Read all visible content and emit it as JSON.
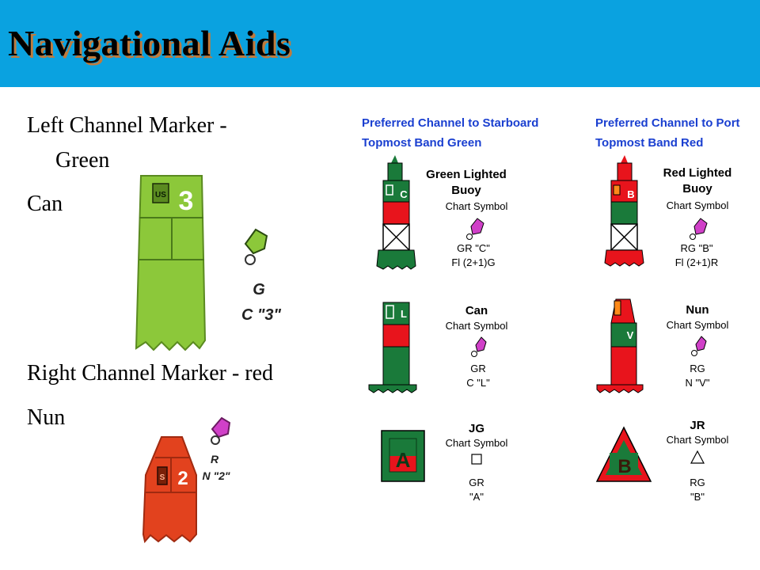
{
  "title": "Navigational Aids",
  "bullets": {
    "left_marker_line1": "Left Channel Marker -",
    "left_marker_line2": "Green",
    "can": "Can",
    "right_marker": "Right Channel Marker - red",
    "nun": "Nun"
  },
  "can_photo": {
    "plate": "US",
    "number": "3",
    "label_letter": "G",
    "label_code": "C \"3\""
  },
  "nun_photo": {
    "plate": "S",
    "number": "2",
    "label_letter": "R",
    "label_code": "N \"2\""
  },
  "chart": {
    "starboard": {
      "heading_line1": "Preferred Channel to Starboard",
      "heading_line2": "Topmost Band Green",
      "lighted": {
        "name_line1": "Green Lighted",
        "name_line2": "Buoy",
        "sub": "Chart Symbol",
        "code1": "GR \"C\"",
        "code2": "Fl (2+1)G",
        "letter": "C"
      },
      "can": {
        "name": "Can",
        "sub": "Chart Symbol",
        "code1": "GR",
        "code2": "C \"L\"",
        "letter": "L"
      },
      "daymark": {
        "name": "JG",
        "sub": "Chart Symbol",
        "code1": "GR",
        "code2": "\"A\"",
        "letter": "A"
      }
    },
    "port": {
      "heading_line1": "Preferred Channel to Port",
      "heading_line2": "Topmost Band Red",
      "lighted": {
        "name_line1": "Red Lighted",
        "name_line2": "Buoy",
        "sub": "Chart Symbol",
        "code1": "RG \"B\"",
        "code2": "Fl (2+1)R",
        "letter": "B"
      },
      "nun": {
        "name": "Nun",
        "sub": "Chart Symbol",
        "code1": "RG",
        "code2": "N \"V\"",
        "letter": "V"
      },
      "daymark": {
        "name": "JR",
        "sub": "Chart Symbol",
        "code1": "RG",
        "code2": "\"B\"",
        "letter": "B"
      }
    }
  },
  "colors": {
    "header": "#0aa2e0",
    "title_shadow": "#c07a3c",
    "heading_blue": "#1a3fd0",
    "green": "#1a7a3a",
    "red": "#e8141c",
    "can_green": "#8cc83a",
    "nun_red": "#e2421e",
    "magenta": "#d040c8"
  }
}
